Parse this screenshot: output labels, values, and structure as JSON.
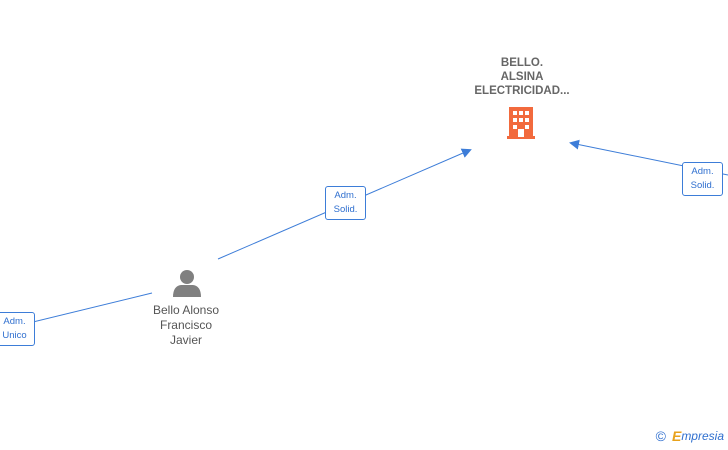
{
  "company": {
    "name_lines": [
      "BELLO.",
      "ALSINA",
      "ELECTRICIDAD..."
    ],
    "icon": "building-icon",
    "color": "#f26a3d"
  },
  "person": {
    "name_lines": [
      "Bello Alonso",
      "Francisco",
      "Javier"
    ],
    "icon": "person-icon",
    "color": "#808080"
  },
  "relations": [
    {
      "id": "adm-solid-center",
      "lines": [
        "Adm.",
        "Solid."
      ]
    },
    {
      "id": "adm-solid-right",
      "lines": [
        "Adm.",
        "Solid."
      ]
    },
    {
      "id": "adm-unico-left",
      "lines": [
        "Adm.",
        "Unico"
      ]
    }
  ],
  "colors": {
    "edge": "#3d7dd8",
    "label_text": "#2f6fcf"
  },
  "footer": {
    "copyright": "©",
    "brand_initial": "E",
    "brand_rest": "mpresia"
  }
}
